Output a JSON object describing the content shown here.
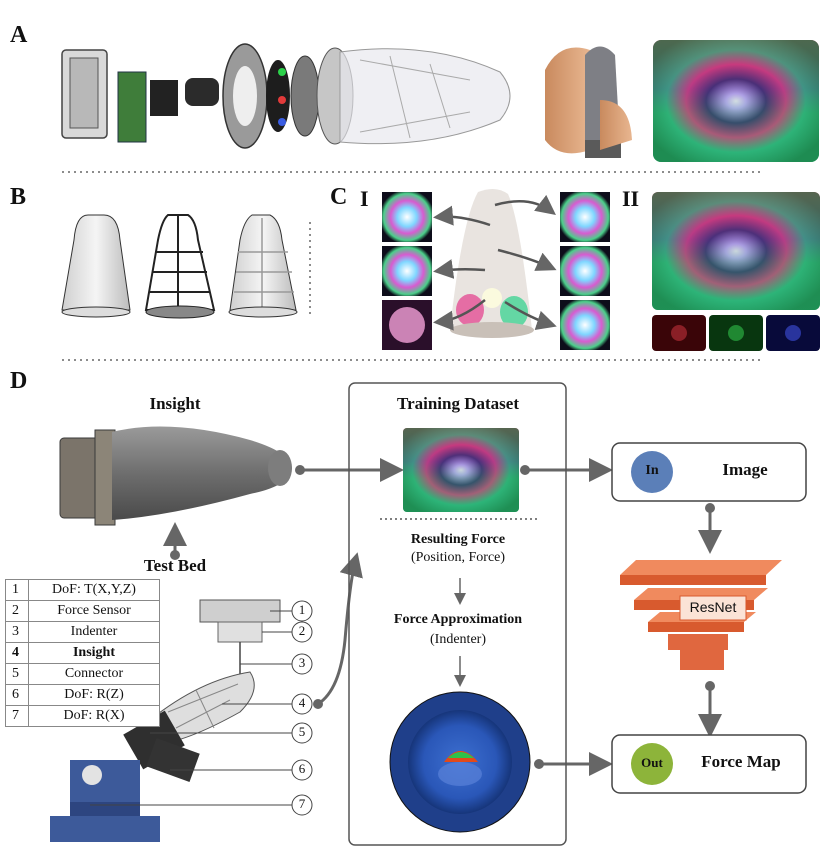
{
  "panels": {
    "a": "A",
    "b": "B",
    "c": "C",
    "c_i": "I",
    "c_ii": "II",
    "d": "D"
  },
  "section_d": {
    "insight_title": "Insight",
    "test_bed": "Test Bed",
    "training_title": "Training Dataset",
    "resulting_force": "Resulting Force",
    "resulting_force_sub": "(Position, Force)",
    "force_approx": "Force Approximation",
    "force_approx_sub": "(Indenter)",
    "image_in": "In",
    "image_label": "Image",
    "resnet": "ResNet",
    "out": "Out",
    "force_map": "Force Map"
  },
  "legend": [
    {
      "n": "1",
      "label": "DoF: T(X,Y,Z)"
    },
    {
      "n": "2",
      "label": "Force Sensor"
    },
    {
      "n": "3",
      "label": "Indenter"
    },
    {
      "n": "4",
      "label": "Insight"
    },
    {
      "n": "5",
      "label": "Connector"
    },
    {
      "n": "6",
      "label": "DoF: R(Z)"
    },
    {
      "n": "7",
      "label": "DoF: R(X)"
    }
  ],
  "callouts": [
    "1",
    "2",
    "3",
    "4",
    "5",
    "6",
    "7"
  ],
  "colors": {
    "in_circle": "#5b7fb8",
    "out_circle": "#8db43a",
    "resnet": "#e0673f",
    "arrow": "#666666"
  }
}
